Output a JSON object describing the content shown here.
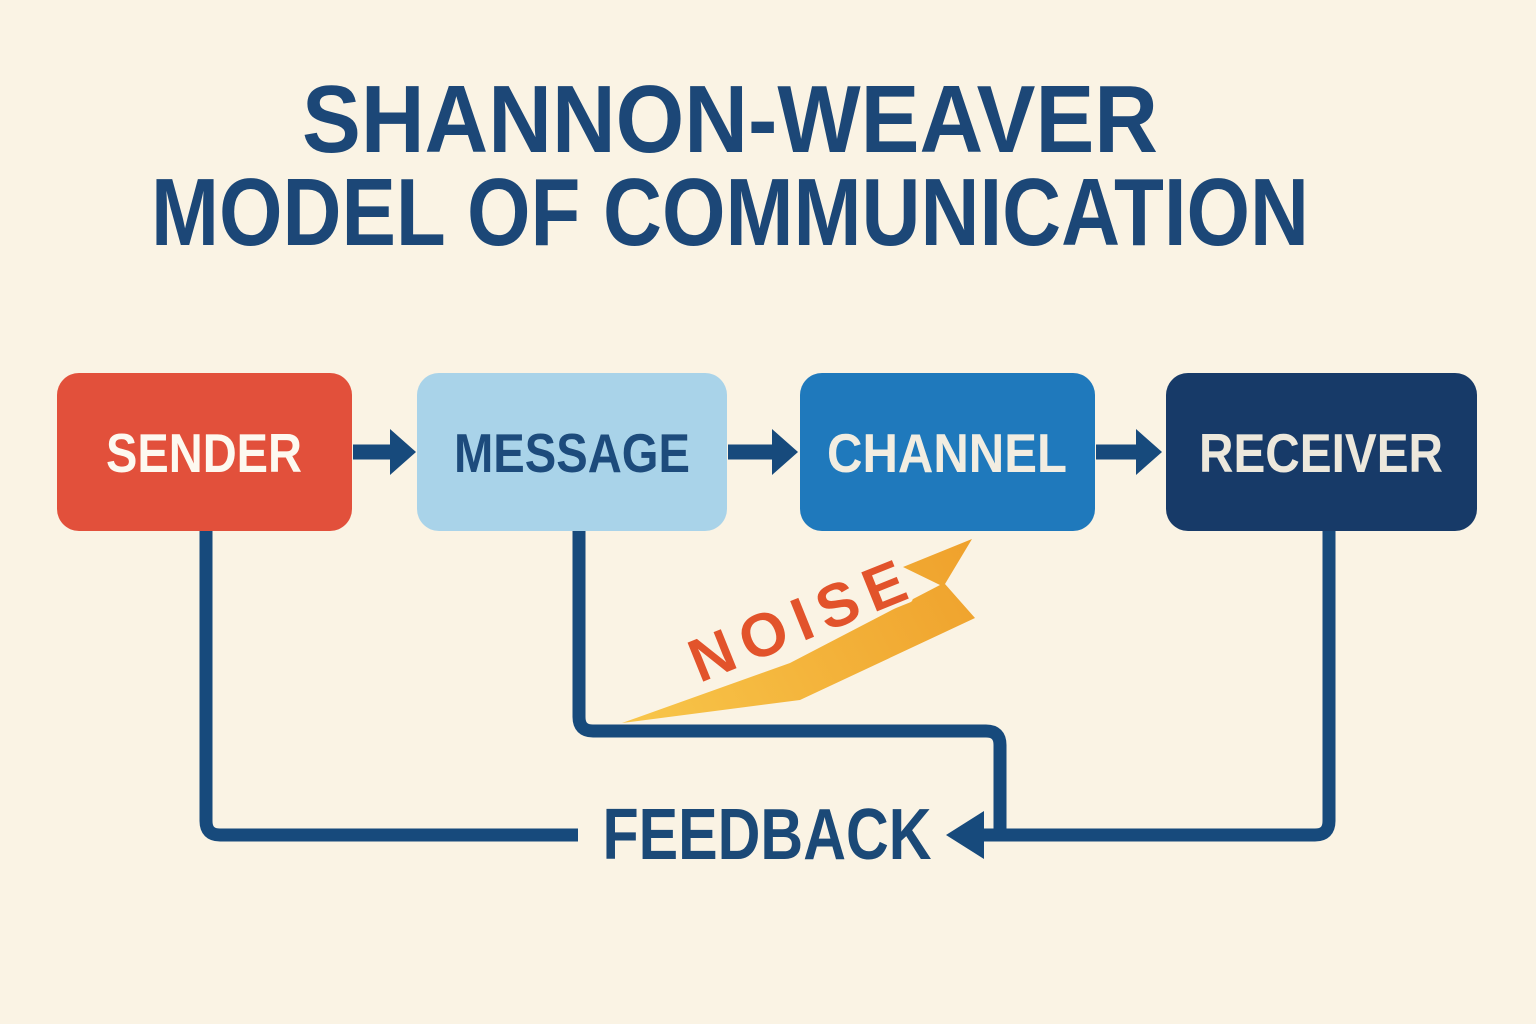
{
  "title": {
    "line1": "SHANNON-WEAVER",
    "line2": "MODEL OF COMMUNICATION"
  },
  "diagram": {
    "nodes": [
      {
        "id": "sender",
        "label": "SENDER",
        "fill": "#E2503B",
        "label_color": "#FDF9F0"
      },
      {
        "id": "message",
        "label": "MESSAGE",
        "fill": "#A9D3E9",
        "label_color": "#1D4B7C"
      },
      {
        "id": "channel",
        "label": "CHANNEL",
        "fill": "#1F79BC",
        "label_color": "#F2EDE1"
      },
      {
        "id": "receiver",
        "label": "RECEIVER",
        "fill": "#173A68",
        "label_color": "#EDE8DC"
      }
    ],
    "edges": [
      {
        "from": "SENDER",
        "to": "MESSAGE"
      },
      {
        "from": "MESSAGE",
        "to": "CHANNEL"
      },
      {
        "from": "CHANNEL",
        "to": "RECEIVER"
      },
      {
        "from": "RECEIVER",
        "to": "SENDER",
        "label": "FEEDBACK"
      }
    ],
    "noise_label": "NOISE",
    "feedback_label": "FEEDBACK"
  },
  "colors": {
    "background": "#FAF3E4",
    "title_navy": "#1C4777",
    "connector_navy": "#174A7C",
    "feedback_navy": "#1B4977",
    "noise_orange": "#E2532B",
    "bolt_yellow_light": "#F8C64A",
    "bolt_yellow_dark": "#EFA12C"
  }
}
